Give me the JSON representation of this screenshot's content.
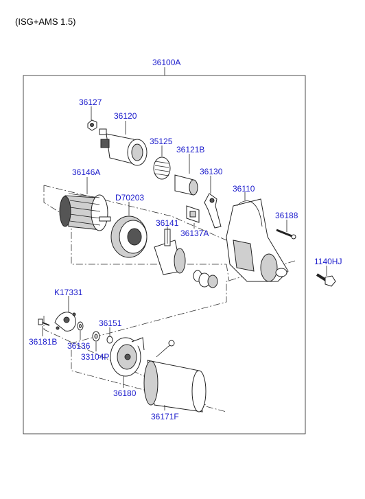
{
  "caption": "(ISG+AMS 1.5)",
  "parts": {
    "p36100A": "36100A",
    "p36127": "36127",
    "p36120": "36120",
    "p35125": "35125",
    "p36121B": "36121B",
    "p36146A": "36146A",
    "p36130": "36130",
    "p36110": "36110",
    "pD70203": "D70203",
    "p36188": "36188",
    "p36141": "36141",
    "p36137A": "36137A",
    "p1140HJ": "1140HJ",
    "pK17331": "K17331",
    "p36151": "36151",
    "p36181B": "36181B",
    "p36136": "36136",
    "p33104P": "33104P",
    "p36180": "36180",
    "p36171F": "36171F"
  }
}
